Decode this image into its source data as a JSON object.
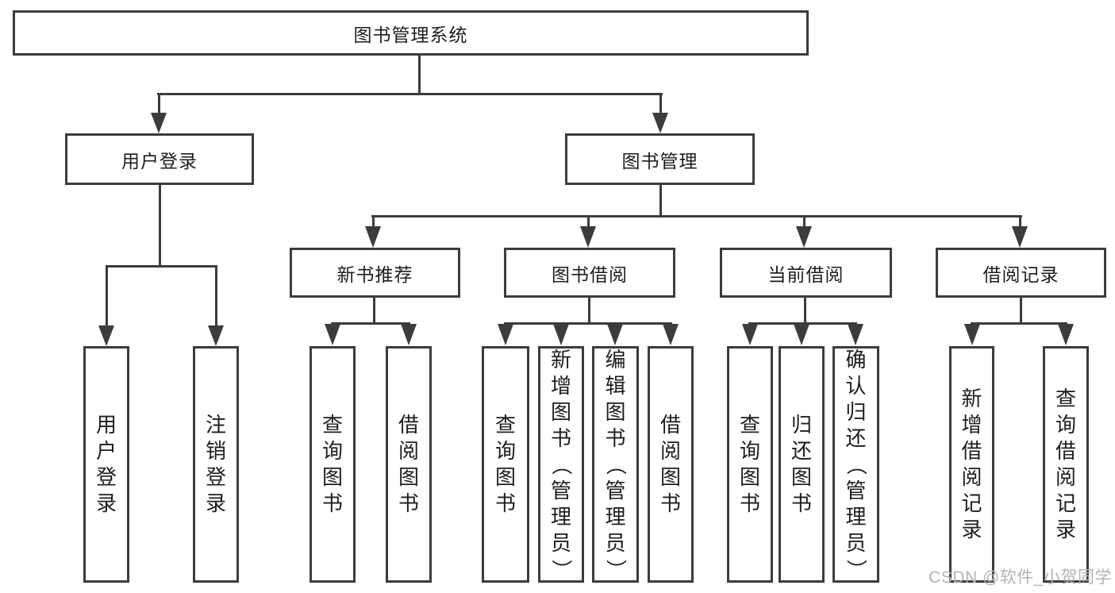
{
  "colors": {
    "line": "#3c3c3c",
    "text": "#1e1e1e",
    "bg": "#ffffff",
    "watermark": "#b3b3b3"
  },
  "nodes": {
    "root": "图书管理系统",
    "level2": [
      {
        "label": "用户登录",
        "children": [
          "用户登录",
          "注销登录"
        ]
      },
      {
        "label": "图书管理",
        "groups": [
          {
            "label": "新书推荐",
            "children": [
              "查询图书",
              "借阅图书"
            ]
          },
          {
            "label": "图书借阅",
            "children": [
              "查询图书",
              "新增图书（管理员）",
              "编辑图书（管理员）",
              "借阅图书"
            ]
          },
          {
            "label": "当前借阅",
            "children": [
              "查询图书",
              "归还图书",
              "确认归还（管理员）"
            ]
          },
          {
            "label": "借阅记录",
            "children": [
              "新增借阅记录",
              "查询借阅记录"
            ]
          }
        ]
      }
    ]
  },
  "watermark": {
    "text": "CSDN @软件_小贺同学"
  }
}
